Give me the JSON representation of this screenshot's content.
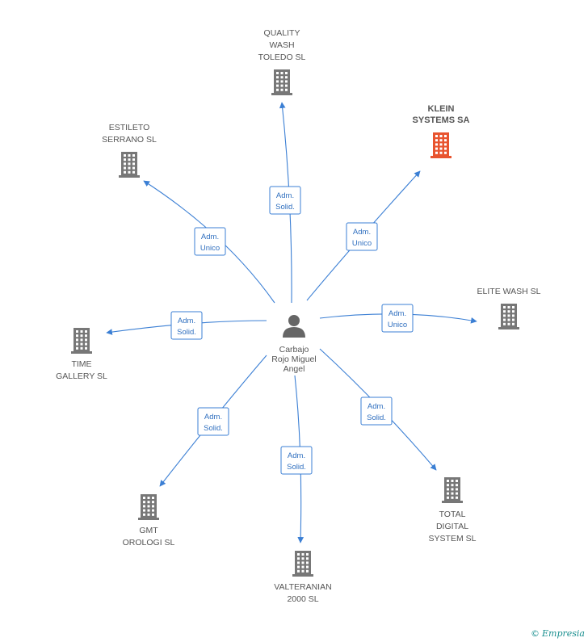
{
  "center": {
    "label_lines": [
      "Carbajo",
      "Rojo Miguel",
      "Angel"
    ],
    "icon": "person-icon"
  },
  "companies": [
    {
      "id": "quality-wash-toledo",
      "label_lines": [
        "QUALITY",
        "WASH",
        "TOLEDO SL"
      ],
      "highlight": false,
      "icon": "building-icon",
      "role_lines": [
        "Adm.",
        "Solid."
      ]
    },
    {
      "id": "klein-systems",
      "label_lines": [
        "KLEIN",
        "SYSTEMS SA"
      ],
      "highlight": true,
      "icon": "building-icon",
      "role_lines": [
        "Adm.",
        "Unico"
      ]
    },
    {
      "id": "estileto-serrano",
      "label_lines": [
        "ESTILETO",
        "SERRANO SL"
      ],
      "highlight": false,
      "icon": "building-icon",
      "role_lines": [
        "Adm.",
        "Unico"
      ]
    },
    {
      "id": "elite-wash",
      "label_lines": [
        "ELITE WASH SL"
      ],
      "highlight": false,
      "icon": "building-icon",
      "role_lines": [
        "Adm.",
        "Unico"
      ]
    },
    {
      "id": "time-gallery",
      "label_lines": [
        "TIME",
        "GALLERY SL"
      ],
      "highlight": false,
      "icon": "building-icon",
      "role_lines": [
        "Adm.",
        "Solid."
      ]
    },
    {
      "id": "gmt-orologi",
      "label_lines": [
        "GMT",
        "OROLOGI SL"
      ],
      "highlight": false,
      "icon": "building-icon",
      "role_lines": [
        "Adm.",
        "Solid."
      ]
    },
    {
      "id": "valteranian-2000",
      "label_lines": [
        "VALTERANIAN",
        "2000 SL"
      ],
      "highlight": false,
      "icon": "building-icon",
      "role_lines": [
        "Adm.",
        "Solid."
      ]
    },
    {
      "id": "total-digital-system",
      "label_lines": [
        "TOTAL",
        "DIGITAL",
        "SYSTEM SL"
      ],
      "highlight": false,
      "icon": "building-icon",
      "role_lines": [
        "Adm.",
        "Solid."
      ]
    }
  ],
  "colors": {
    "edge": "#3b7fd4",
    "building": "#777777",
    "building_highlight": "#e8542f",
    "person": "#666666"
  },
  "footer": {
    "copyright_symbol": "©",
    "brand": "Empresia"
  }
}
